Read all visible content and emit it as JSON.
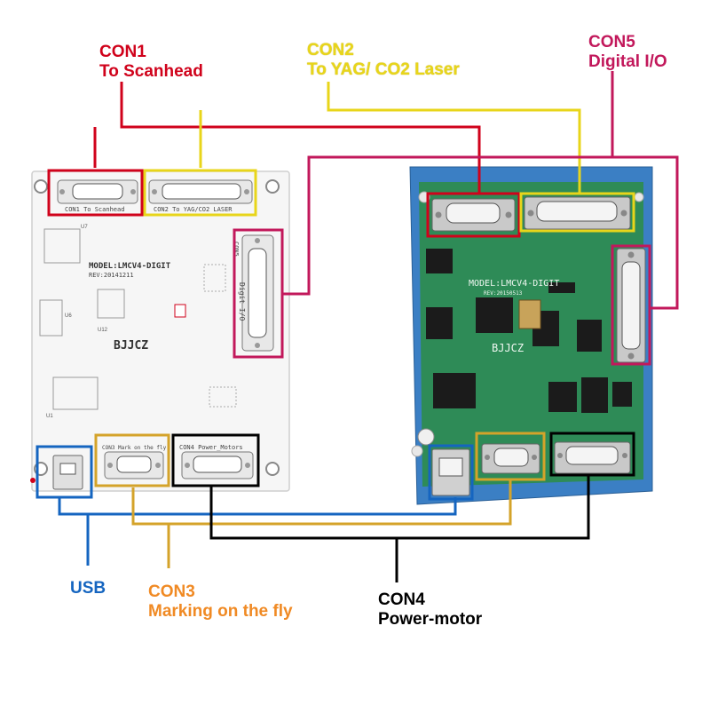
{
  "labels": {
    "con1": {
      "title": "CON1",
      "desc": "To Scanhead"
    },
    "con2": {
      "title": "CON2",
      "desc": "To YAG/ CO2 Laser"
    },
    "con5": {
      "title": "CON5",
      "desc": "Digital I/O"
    },
    "usb": {
      "title": "USB"
    },
    "con3": {
      "title": "CON3",
      "desc": "Marking on the fly"
    },
    "con4": {
      "title": "CON4",
      "desc": "Power-motor"
    }
  },
  "left_board": {
    "silk_con1": "CON1 To Scanhead",
    "silk_con2": "CON2 To YAG/CO2 LASER",
    "silk_con5": "CON5",
    "silk_digit_io": "Digit I/O",
    "silk_model": "MODEL:LMCV4-DIGIT",
    "silk_rev": "REV:20141211",
    "silk_brand": "BJJCZ",
    "silk_con3": "CON3 Mark on the fly",
    "silk_con4": "CON4 Power_Motors",
    "silk_u7": "U7",
    "silk_u6": "U6",
    "silk_u12": "U12",
    "silk_u1": "U1"
  },
  "right_board": {
    "silk_model": "MODEL:LMCV4-DIGIT",
    "silk_rev": "REV:20150513",
    "silk_brand": "BJJCZ"
  },
  "colors": {
    "con1": "#d0021b",
    "con2": "#e8d51a",
    "con5": "#c2185b",
    "usb": "#1565c0",
    "con3": "#d4a32a",
    "con3_text": "#f08a24",
    "con4": "#000000",
    "pcb_green": "#2e8b57",
    "case_blue": "#3b7fc4"
  }
}
